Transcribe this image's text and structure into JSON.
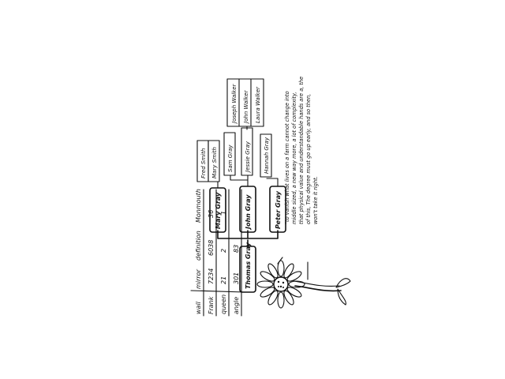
{
  "table": {
    "headers": [
      "wall",
      "mirror",
      "definition",
      "Monmouth"
    ],
    "rows": [
      [
        "Frank",
        "7234",
        "6038",
        "36"
      ],
      [
        "queen",
        "21",
        "2",
        "1"
      ],
      [
        "angle",
        "301",
        "83",
        ""
      ]
    ]
  },
  "tree": {
    "root": "Thomas Gray",
    "children": [
      {
        "name": "Mary Gray",
        "children": [
          "Fred Smith",
          "Mary Smith"
        ]
      },
      {
        "name": "John Gray",
        "children": [
          "Sam Gray",
          "Jessie Gray",
          "Joseph Walker",
          "John Walker",
          "Laura Walker"
        ]
      },
      {
        "name": "Peter Gray",
        "children": [
          "Hannah Gray"
        ]
      }
    ]
  },
  "note": {
    "lines": [
      "\"to vanish what lives on a farm cannot change into",
      "middle sized, a new way more, a lot of complexity,",
      "that physical value and understandable hands are a, the",
      "of this, The degree must go up early, and so then,",
      "won't take it right."
    ]
  },
  "flower": {
    "label": "flower sketch"
  }
}
